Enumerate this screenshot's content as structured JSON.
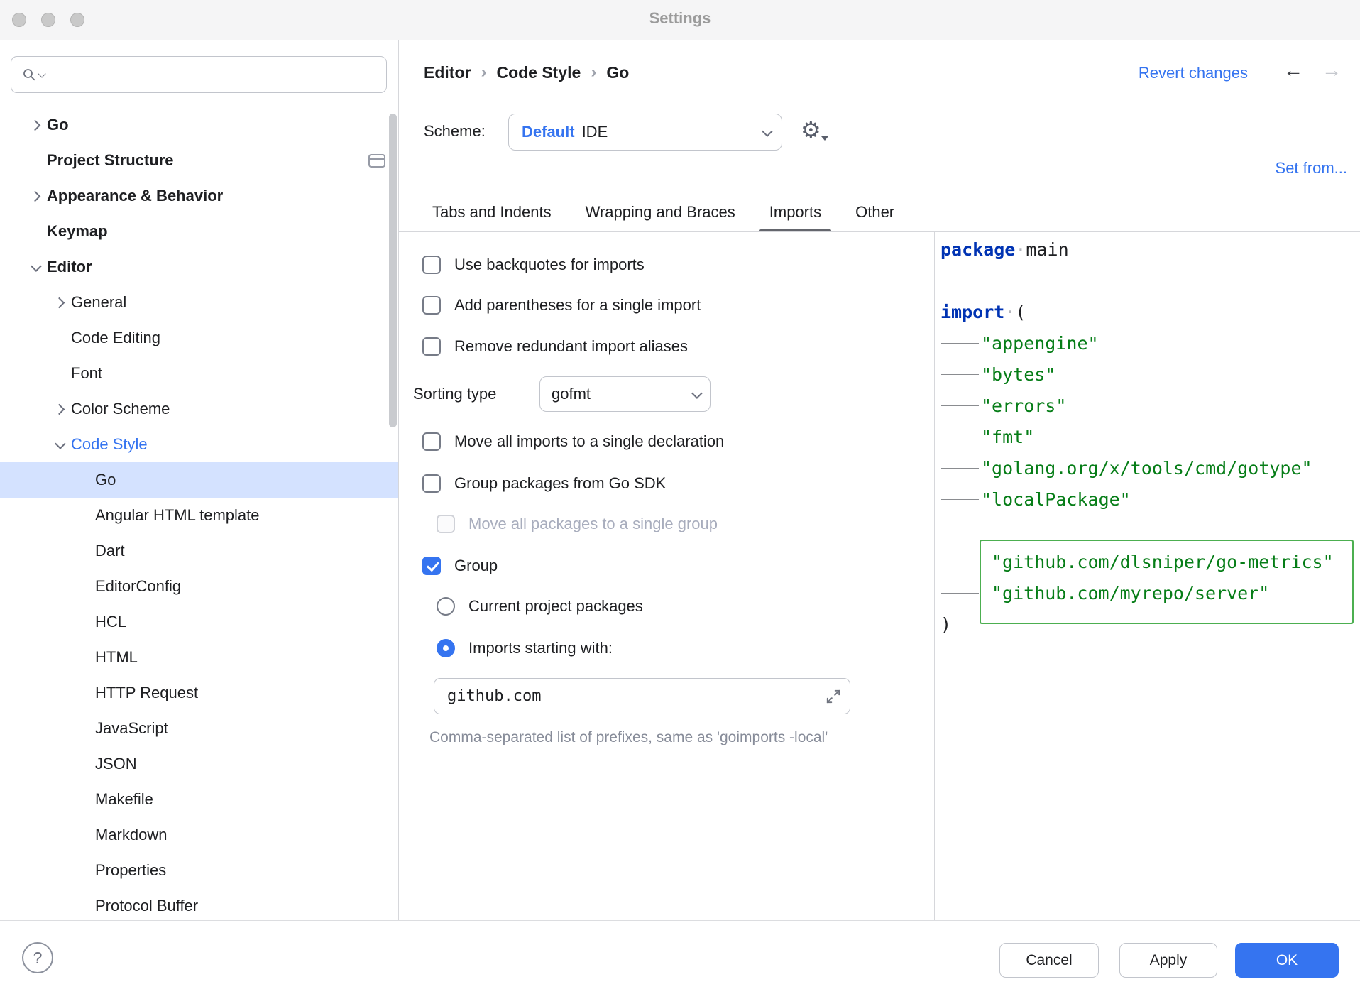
{
  "window": {
    "title": "Settings",
    "help_icon": "?"
  },
  "sidebar": {
    "items": [
      {
        "label": "Go",
        "level": 0,
        "bold": true,
        "chevron": "right"
      },
      {
        "label": "Project Structure",
        "level": 0,
        "bold": true,
        "trailing_icon": "window"
      },
      {
        "label": "Appearance & Behavior",
        "level": 0,
        "bold": true,
        "chevron": "right"
      },
      {
        "label": "Keymap",
        "level": 0,
        "bold": true
      },
      {
        "label": "Editor",
        "level": 0,
        "bold": true,
        "chevron": "down"
      },
      {
        "label": "General",
        "level": 1,
        "chevron": "right"
      },
      {
        "label": "Code Editing",
        "level": 1
      },
      {
        "label": "Font",
        "level": 1
      },
      {
        "label": "Color Scheme",
        "level": 1,
        "chevron": "right"
      },
      {
        "label": "Code Style",
        "level": 1,
        "chevron": "down",
        "accent": true
      },
      {
        "label": "Go",
        "level": 2,
        "selected": true
      },
      {
        "label": "Angular HTML template",
        "level": 2
      },
      {
        "label": "Dart",
        "level": 2
      },
      {
        "label": "EditorConfig",
        "level": 2
      },
      {
        "label": "HCL",
        "level": 2
      },
      {
        "label": "HTML",
        "level": 2
      },
      {
        "label": "HTTP Request",
        "level": 2
      },
      {
        "label": "JavaScript",
        "level": 2
      },
      {
        "label": "JSON",
        "level": 2
      },
      {
        "label": "Makefile",
        "level": 2
      },
      {
        "label": "Markdown",
        "level": 2
      },
      {
        "label": "Properties",
        "level": 2
      },
      {
        "label": "Protocol Buffer",
        "level": 2
      }
    ]
  },
  "header": {
    "breadcrumb": {
      "p0": "Editor",
      "p1": "Code Style",
      "p2": "Go",
      "sep": "›"
    },
    "revert": "Revert changes",
    "back_arrow": "←",
    "forward_arrow": "→",
    "scheme_label": "Scheme:",
    "scheme_primary": "Default",
    "scheme_secondary": "IDE",
    "set_from": "Set from..."
  },
  "tabs": {
    "t0": "Tabs and Indents",
    "t1": "Wrapping and Braces",
    "t2": "Imports",
    "t3": "Other"
  },
  "settings": {
    "cb_backquotes": "Use backquotes for imports",
    "cb_parentheses": "Add parentheses for a single import",
    "cb_remove_aliases": "Remove redundant import aliases",
    "sorting_label": "Sorting type",
    "sorting_value": "gofmt",
    "cb_single_declaration": "Move all imports to a single declaration",
    "cb_group_sdk": "Group packages from Go SDK",
    "cb_single_group": "Move all packages to a single group",
    "cb_group": "Group",
    "radio_current": "Current project packages",
    "radio_starting": "Imports starting with:",
    "prefix_value": "github.com",
    "prefix_hint": "Comma-separated list of prefixes, same as 'goimports -local'"
  },
  "code": {
    "package_kw": "package",
    "package_name": "main",
    "ws_dot": "·",
    "import_kw": "import",
    "import_open": "(",
    "close_paren": ")",
    "plain_imports": [
      "\"appengine\"",
      "\"bytes\"",
      "\"errors\"",
      "\"fmt\"",
      "\"golang.org/x/tools/cmd/gotype\"",
      "\"localPackage\""
    ],
    "grouped_imports": [
      "\"github.com/dlsniper/go-metrics\"",
      "\"github.com/myrepo/server\""
    ]
  },
  "buttons": {
    "cancel": "Cancel",
    "apply": "Apply",
    "ok": "OK"
  },
  "colors": {
    "accent": "#3574f0",
    "selection": "#d4e2ff",
    "keyword": "#0033b3",
    "string": "#067d17",
    "group_box": "#4caf50"
  }
}
